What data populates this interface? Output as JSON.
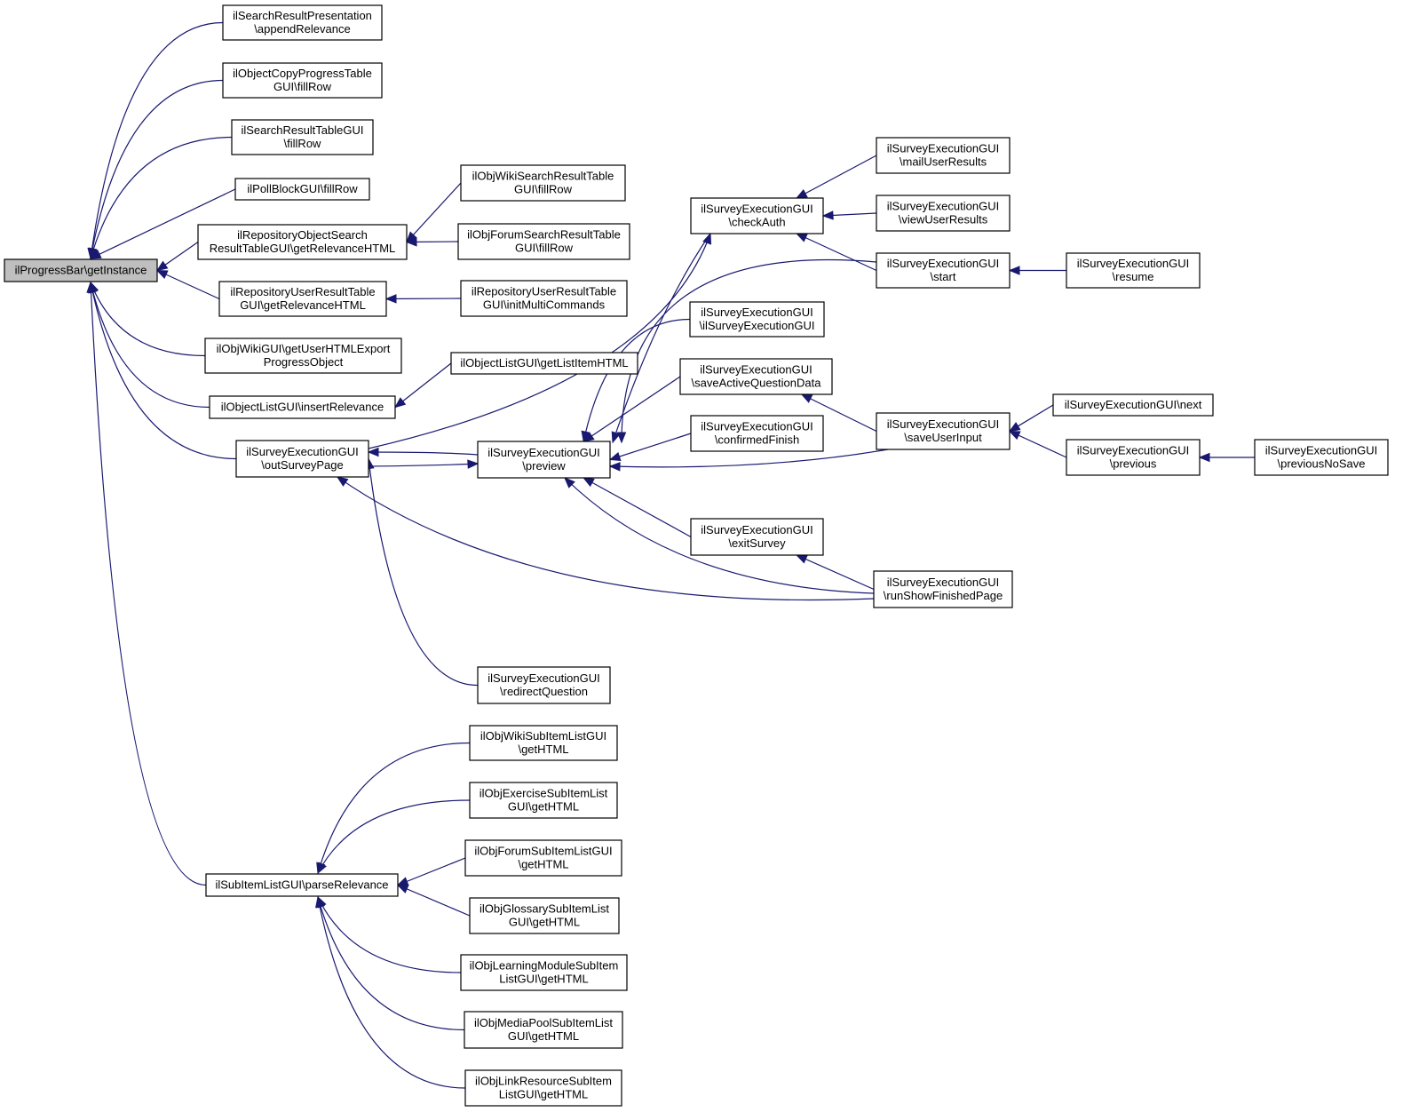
{
  "diagram": {
    "nodes": [
      {
        "id": "root",
        "lines": [
          "ilProgressBar\\getInstance"
        ],
        "root": true
      },
      {
        "id": "n1",
        "lines": [
          "ilSearchResultPresentation",
          "\\appendRelevance"
        ]
      },
      {
        "id": "n2",
        "lines": [
          "ilObjectCopyProgressTable",
          "GUI\\fillRow"
        ]
      },
      {
        "id": "n3",
        "lines": [
          "ilSearchResultTableGUI",
          "\\fillRow"
        ]
      },
      {
        "id": "n4",
        "lines": [
          "ilPollBlockGUI\\fillRow"
        ]
      },
      {
        "id": "n5",
        "lines": [
          "ilRepositoryObjectSearch",
          "ResultTableGUI\\getRelevanceHTML"
        ]
      },
      {
        "id": "n6",
        "lines": [
          "ilRepositoryUserResultTable",
          "GUI\\getRelevanceHTML"
        ]
      },
      {
        "id": "n7",
        "lines": [
          "ilObjWikiGUI\\getUserHTMLExport",
          "ProgressObject"
        ]
      },
      {
        "id": "n8",
        "lines": [
          "ilObjectListGUI\\insertRelevance"
        ]
      },
      {
        "id": "n9",
        "lines": [
          "ilSurveyExecutionGUI",
          "\\outSurveyPage"
        ]
      },
      {
        "id": "n10",
        "lines": [
          "ilSubItemListGUI\\parseRelevance"
        ]
      },
      {
        "id": "m1",
        "lines": [
          "ilObjWikiSearchResultTable",
          "GUI\\fillRow"
        ]
      },
      {
        "id": "m2",
        "lines": [
          "ilObjForumSearchResultTable",
          "GUI\\fillRow"
        ]
      },
      {
        "id": "m3",
        "lines": [
          "ilRepositoryUserResultTable",
          "GUI\\initMultiCommands"
        ]
      },
      {
        "id": "m4",
        "lines": [
          "ilObjectListGUI\\getListItemHTML"
        ]
      },
      {
        "id": "m5",
        "lines": [
          "ilSurveyExecutionGUI",
          "\\preview"
        ]
      },
      {
        "id": "m6",
        "lines": [
          "ilSurveyExecutionGUI",
          "\\redirectQuestion"
        ]
      },
      {
        "id": "s1",
        "lines": [
          "ilObjWikiSubItemListGUI",
          "\\getHTML"
        ]
      },
      {
        "id": "s2",
        "lines": [
          "ilObjExerciseSubItemList",
          "GUI\\getHTML"
        ]
      },
      {
        "id": "s3",
        "lines": [
          "ilObjForumSubItemListGUI",
          "\\getHTML"
        ]
      },
      {
        "id": "s4",
        "lines": [
          "ilObjGlossarySubItemList",
          "GUI\\getHTML"
        ]
      },
      {
        "id": "s5",
        "lines": [
          "ilObjLearningModuleSubItem",
          "ListGUI\\getHTML"
        ]
      },
      {
        "id": "s6",
        "lines": [
          "ilObjMediaPoolSubItemList",
          "GUI\\getHTML"
        ]
      },
      {
        "id": "s7",
        "lines": [
          "ilObjLinkResourceSubItem",
          "ListGUI\\getHTML"
        ]
      },
      {
        "id": "p1",
        "lines": [
          "ilSurveyExecutionGUI",
          "\\checkAuth"
        ]
      },
      {
        "id": "p2",
        "lines": [
          "ilSurveyExecutionGUI",
          "\\ilSurveyExecutionGUI"
        ]
      },
      {
        "id": "p3",
        "lines": [
          "ilSurveyExecutionGUI",
          "\\saveActiveQuestionData"
        ]
      },
      {
        "id": "p4",
        "lines": [
          "ilSurveyExecutionGUI",
          "\\confirmedFinish"
        ]
      },
      {
        "id": "p5",
        "lines": [
          "ilSurveyExecutionGUI",
          "\\exitSurvey"
        ]
      },
      {
        "id": "q1",
        "lines": [
          "ilSurveyExecutionGUI",
          "\\mailUserResults"
        ]
      },
      {
        "id": "q2",
        "lines": [
          "ilSurveyExecutionGUI",
          "\\viewUserResults"
        ]
      },
      {
        "id": "q3",
        "lines": [
          "ilSurveyExecutionGUI",
          "\\start"
        ]
      },
      {
        "id": "q4",
        "lines": [
          "ilSurveyExecutionGUI",
          "\\saveUserInput"
        ]
      },
      {
        "id": "q5",
        "lines": [
          "ilSurveyExecutionGUI",
          "\\runShowFinishedPage"
        ]
      },
      {
        "id": "r1",
        "lines": [
          "ilSurveyExecutionGUI",
          "\\resume"
        ]
      },
      {
        "id": "r2",
        "lines": [
          "ilSurveyExecutionGUI\\next"
        ]
      },
      {
        "id": "r3",
        "lines": [
          "ilSurveyExecutionGUI",
          "\\previous"
        ]
      },
      {
        "id": "t1",
        "lines": [
          "ilSurveyExecutionGUI",
          "\\previousNoSave"
        ]
      }
    ],
    "edges": [
      {
        "from": "n1",
        "to": "root"
      },
      {
        "from": "n2",
        "to": "root"
      },
      {
        "from": "n3",
        "to": "root"
      },
      {
        "from": "n4",
        "to": "root"
      },
      {
        "from": "n5",
        "to": "root"
      },
      {
        "from": "n6",
        "to": "root"
      },
      {
        "from": "n7",
        "to": "root"
      },
      {
        "from": "n8",
        "to": "root"
      },
      {
        "from": "n9",
        "to": "root"
      },
      {
        "from": "n10",
        "to": "root"
      },
      {
        "from": "m1",
        "to": "n5"
      },
      {
        "from": "m2",
        "to": "n5"
      },
      {
        "from": "m3",
        "to": "n6"
      },
      {
        "from": "m4",
        "to": "n8"
      },
      {
        "from": "m5",
        "to": "n9"
      },
      {
        "from": "n9",
        "to": "m5"
      },
      {
        "from": "m6",
        "to": "n9"
      },
      {
        "from": "q5",
        "to": "n9"
      },
      {
        "from": "n9",
        "to": "p1"
      },
      {
        "from": "s1",
        "to": "n10"
      },
      {
        "from": "s2",
        "to": "n10"
      },
      {
        "from": "s3",
        "to": "n10"
      },
      {
        "from": "s4",
        "to": "n10"
      },
      {
        "from": "s5",
        "to": "n10"
      },
      {
        "from": "s6",
        "to": "n10"
      },
      {
        "from": "s7",
        "to": "n10"
      },
      {
        "from": "p1",
        "to": "m5"
      },
      {
        "from": "q3",
        "to": "m5"
      },
      {
        "from": "p2",
        "to": "m5"
      },
      {
        "from": "p3",
        "to": "m5"
      },
      {
        "from": "p4",
        "to": "m5"
      },
      {
        "from": "q4",
        "to": "m5"
      },
      {
        "from": "p5",
        "to": "m5"
      },
      {
        "from": "q5",
        "to": "m5"
      },
      {
        "from": "q1",
        "to": "p1"
      },
      {
        "from": "q2",
        "to": "p1"
      },
      {
        "from": "q3",
        "to": "p1"
      },
      {
        "from": "q4",
        "to": "p3"
      },
      {
        "from": "q5",
        "to": "p5"
      },
      {
        "from": "r1",
        "to": "q3"
      },
      {
        "from": "r2",
        "to": "q4"
      },
      {
        "from": "r3",
        "to": "q4"
      },
      {
        "from": "t1",
        "to": "r3"
      }
    ]
  }
}
